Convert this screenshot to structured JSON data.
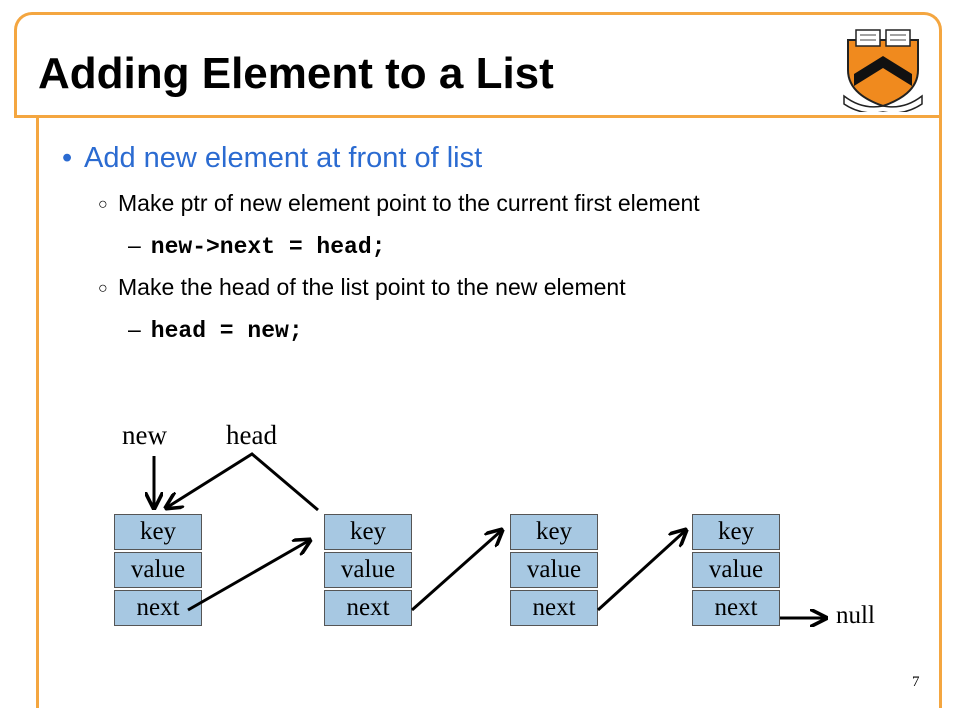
{
  "slide": {
    "title": "Adding Element to a List",
    "page_number": "7"
  },
  "bullets": {
    "main": "Add new element at front of list",
    "step1": "Make ptr of new element point to the current first element",
    "code1": "new->next = head;",
    "step2": "Make the head of the list point to the new element",
    "code2": "head = new;"
  },
  "diagram": {
    "label_new": "new",
    "label_head": "head",
    "label_null": "null",
    "nodes": [
      {
        "key": "key",
        "value": "value",
        "next": "next"
      },
      {
        "key": "key",
        "value": "value",
        "next": "next"
      },
      {
        "key": "key",
        "value": "value",
        "next": "next"
      },
      {
        "key": "key",
        "value": "value",
        "next": "next"
      }
    ]
  },
  "colors": {
    "frame": "#f4a640",
    "bullet": "#2b6bd1",
    "node_fill": "#a7c8e2"
  },
  "icons": {
    "logo": "princeton-shield-icon"
  }
}
